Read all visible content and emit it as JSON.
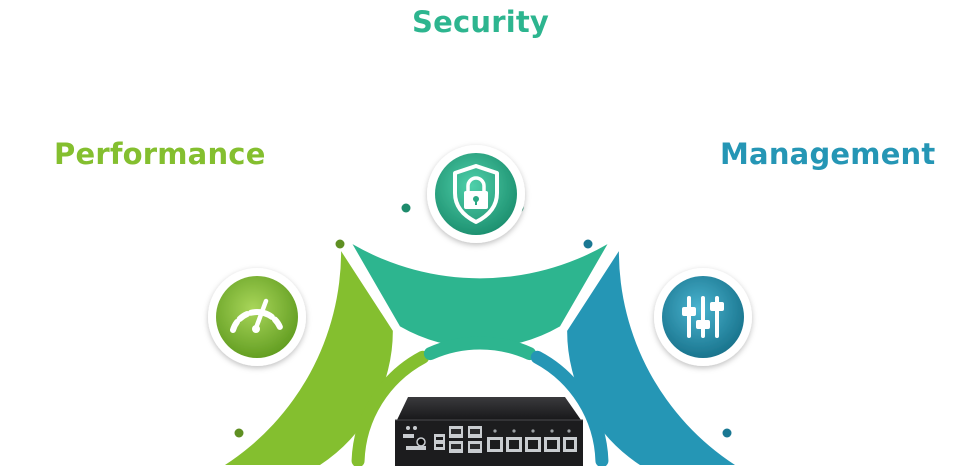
{
  "labels": {
    "security": "Security",
    "performance": "Performance",
    "management": "Management"
  },
  "colors": {
    "security": "#2db58f",
    "performance": "#84bf2f",
    "management": "#2596b5",
    "device_body": "#1c1c1e",
    "port_metal": "#c9ccd0"
  },
  "icons": {
    "security": "shield-lock-icon",
    "performance": "speedometer-icon",
    "management": "sliders-icon"
  }
}
